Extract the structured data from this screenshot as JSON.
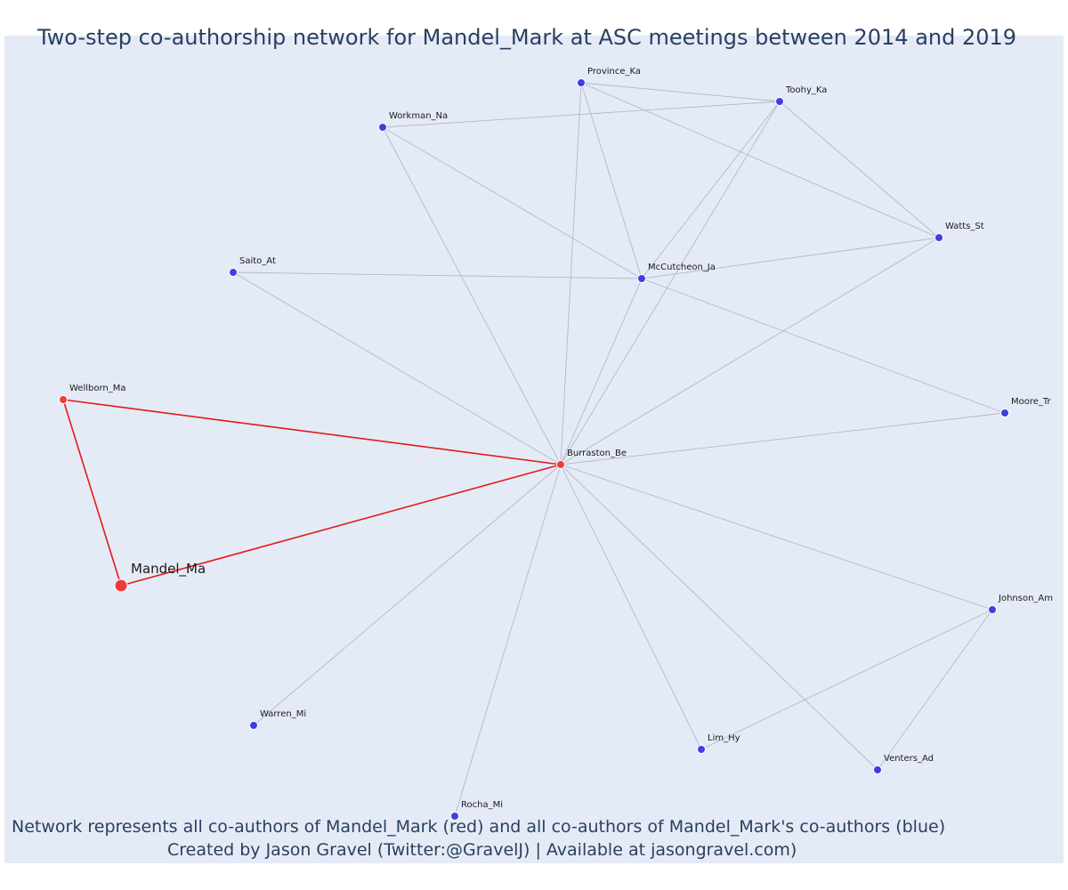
{
  "title": "Two-step co-authorship network for Mandel_Mark at ASC meetings between 2014 and 2019",
  "footer": {
    "line1": "Network represents all co-authors of Mandel_Mark (red) and all co-authors of Mandel_Mark's co-authors (blue)",
    "line2": "Created by Jason Gravel (Twitter:@GravelJ) | Available at jasongravel.com)"
  },
  "colors": {
    "background": "#e5ebf6",
    "red_node": "#ef3b3b",
    "blue_node": "#3f3fe0",
    "red_edge": "#e31a1c",
    "gray_edge": "#b4b8c8",
    "title_text": "#2a3f5f"
  },
  "nodes": [
    {
      "id": "Mandel_Ma",
      "label": "Mandel_Ma",
      "group": "focal"
    },
    {
      "id": "Wellborn_Ma",
      "label": "Wellborn_Ma",
      "group": "red"
    },
    {
      "id": "Burraston_Be",
      "label": "Burraston_Be",
      "group": "red"
    },
    {
      "id": "Province_Ka",
      "label": "Province_Ka",
      "group": "blue"
    },
    {
      "id": "Toohy_Ka",
      "label": "Toohy_Ka",
      "group": "blue"
    },
    {
      "id": "Workman_Na",
      "label": "Workman_Na",
      "group": "blue"
    },
    {
      "id": "Watts_St",
      "label": "Watts_St",
      "group": "blue"
    },
    {
      "id": "Saito_At",
      "label": "Saito_At",
      "group": "blue"
    },
    {
      "id": "McCutcheon_Ja",
      "label": "McCutcheon_Ja",
      "group": "blue"
    },
    {
      "id": "Moore_Tr",
      "label": "Moore_Tr",
      "group": "blue"
    },
    {
      "id": "Johnson_Am",
      "label": "Johnson_Am",
      "group": "blue"
    },
    {
      "id": "Warren_Mi",
      "label": "Warren_Mi",
      "group": "blue"
    },
    {
      "id": "Lim_Hy",
      "label": "Lim_Hy",
      "group": "blue"
    },
    {
      "id": "Venters_Ad",
      "label": "Venters_Ad",
      "group": "blue"
    },
    {
      "id": "Rocha_Mi",
      "label": "Rocha_Mi",
      "group": "blue"
    }
  ],
  "edges": [
    {
      "source": "Mandel_Ma",
      "target": "Wellborn_Ma",
      "kind": "red"
    },
    {
      "source": "Mandel_Ma",
      "target": "Burraston_Be",
      "kind": "red"
    },
    {
      "source": "Wellborn_Ma",
      "target": "Burraston_Be",
      "kind": "red"
    },
    {
      "source": "Burraston_Be",
      "target": "Province_Ka",
      "kind": "gray"
    },
    {
      "source": "Burraston_Be",
      "target": "Toohy_Ka",
      "kind": "gray"
    },
    {
      "source": "Burraston_Be",
      "target": "Workman_Na",
      "kind": "gray"
    },
    {
      "source": "Burraston_Be",
      "target": "Watts_St",
      "kind": "gray"
    },
    {
      "source": "Burraston_Be",
      "target": "Saito_At",
      "kind": "gray"
    },
    {
      "source": "Burraston_Be",
      "target": "McCutcheon_Ja",
      "kind": "gray"
    },
    {
      "source": "Burraston_Be",
      "target": "Moore_Tr",
      "kind": "gray"
    },
    {
      "source": "Burraston_Be",
      "target": "Johnson_Am",
      "kind": "gray"
    },
    {
      "source": "Burraston_Be",
      "target": "Warren_Mi",
      "kind": "gray"
    },
    {
      "source": "Burraston_Be",
      "target": "Lim_Hy",
      "kind": "gray"
    },
    {
      "source": "Burraston_Be",
      "target": "Venters_Ad",
      "kind": "gray"
    },
    {
      "source": "Burraston_Be",
      "target": "Rocha_Mi",
      "kind": "gray"
    },
    {
      "source": "Province_Ka",
      "target": "Toohy_Ka",
      "kind": "gray"
    },
    {
      "source": "Province_Ka",
      "target": "Watts_St",
      "kind": "gray"
    },
    {
      "source": "Province_Ka",
      "target": "McCutcheon_Ja",
      "kind": "gray"
    },
    {
      "source": "Toohy_Ka",
      "target": "Workman_Na",
      "kind": "gray"
    },
    {
      "source": "Toohy_Ka",
      "target": "Watts_St",
      "kind": "gray"
    },
    {
      "source": "Toohy_Ka",
      "target": "McCutcheon_Ja",
      "kind": "gray"
    },
    {
      "source": "Workman_Na",
      "target": "McCutcheon_Ja",
      "kind": "gray"
    },
    {
      "source": "Watts_St",
      "target": "McCutcheon_Ja",
      "kind": "gray"
    },
    {
      "source": "Saito_At",
      "target": "McCutcheon_Ja",
      "kind": "gray"
    },
    {
      "source": "McCutcheon_Ja",
      "target": "Moore_Tr",
      "kind": "gray"
    },
    {
      "source": "Johnson_Am",
      "target": "Lim_Hy",
      "kind": "gray"
    },
    {
      "source": "Johnson_Am",
      "target": "Venters_Ad",
      "kind": "gray"
    }
  ]
}
